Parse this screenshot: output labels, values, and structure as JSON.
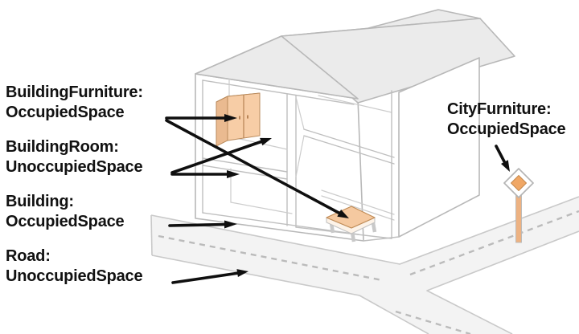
{
  "diagram": {
    "title": "CityGML occupied and unoccupied space concept diagram",
    "labels": {
      "building_furniture": {
        "line1": "BuildingFurniture:",
        "line2": "OccupiedSpace"
      },
      "building_room": {
        "line1": "BuildingRoom:",
        "line2": "UnoccupiedSpace"
      },
      "building": {
        "line1": "Building:",
        "line2": "OccupiedSpace"
      },
      "road": {
        "line1": "Road:",
        "line2": "UnoccupiedSpace"
      },
      "city_furniture": {
        "line1": "CityFurniture:",
        "line2": "OccupiedSpace"
      }
    },
    "objects": {
      "house": "cutaway building with gable roof, two floors and four rooms",
      "wardrobe": "orange cabinet in upper-left room",
      "table": "orange table in lower-right room",
      "traffic_sign": "diamond traffic sign on orange post beside road",
      "road": "light gray road with dashed center lines and junction"
    },
    "colors": {
      "furniture_orange": "#f7cda6",
      "sign_orange": "#f0a765",
      "roof_gray": "#ebebeb",
      "road_gray": "#f3f3f3",
      "line_gray": "#b8b8b8",
      "arrow_black": "#0f0f0f",
      "text_black": "#111111",
      "background": "#ffffff"
    }
  }
}
